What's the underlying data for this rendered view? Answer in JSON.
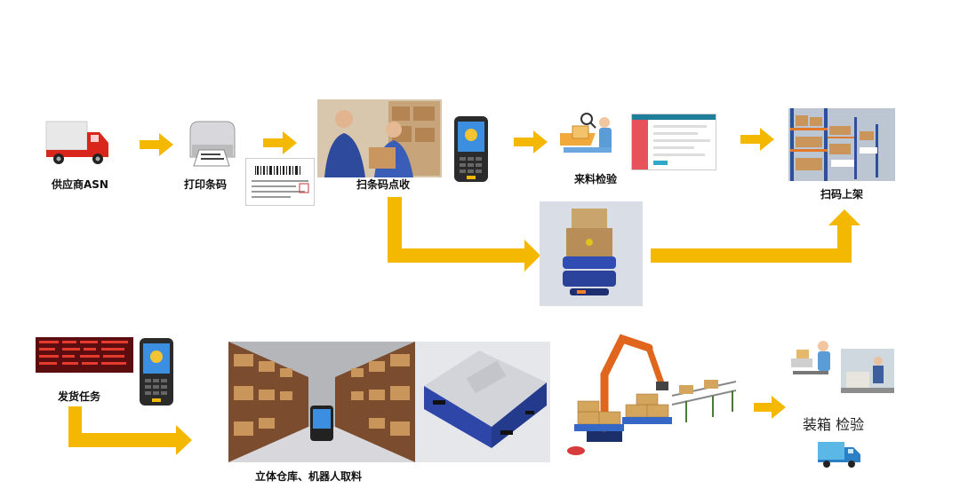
{
  "steps": {
    "supplier_asn": "供应商ASN",
    "print_barcode": "打印条码",
    "scan_receive": "扫条码点收",
    "incoming_inspection": "来料检验",
    "scan_shelving": "扫码上架",
    "shipping_task": "发货任务",
    "warehouse_robot_pick": "立体仓库、机器人取料",
    "packing_inspection": "装箱 检验"
  },
  "colors": {
    "arrow": "#f5b800",
    "truck_red": "#d9261c",
    "robot_blue": "#2f4db3"
  },
  "icons": [
    "truck-icon",
    "label-printer-icon",
    "barcode-label-icon",
    "handheld-scanner-icon",
    "inspection-station-icon",
    "software-screen-icon",
    "agv-robot-icon",
    "warehouse-shelf-icon",
    "task-board-icon",
    "robot-arm-icon",
    "packing-station-icon",
    "delivery-truck-icon"
  ]
}
